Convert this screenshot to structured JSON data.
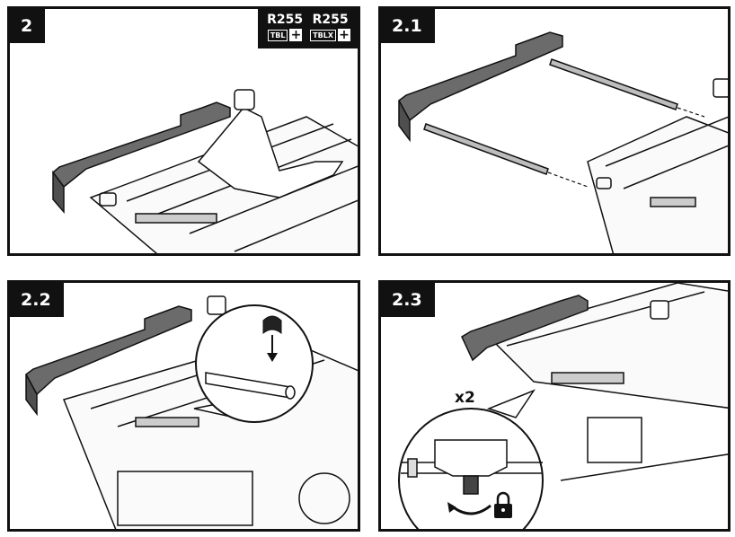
{
  "panels": [
    {
      "step": "2",
      "models": [
        {
          "name": "R255",
          "code": "TBL",
          "plus": "+"
        },
        {
          "name": "R255",
          "code": "TBLX",
          "plus": "+"
        }
      ]
    },
    {
      "step": "2.1"
    },
    {
      "step": "2.2"
    },
    {
      "step": "2.3",
      "multiplier": "x2"
    }
  ],
  "icons": [
    "adhesive-tape-icon",
    "rotate-arrow-icon",
    "padlock-icon"
  ],
  "colors": {
    "line": "#111111",
    "fence": "#6b6b6b",
    "background": "#ffffff"
  }
}
